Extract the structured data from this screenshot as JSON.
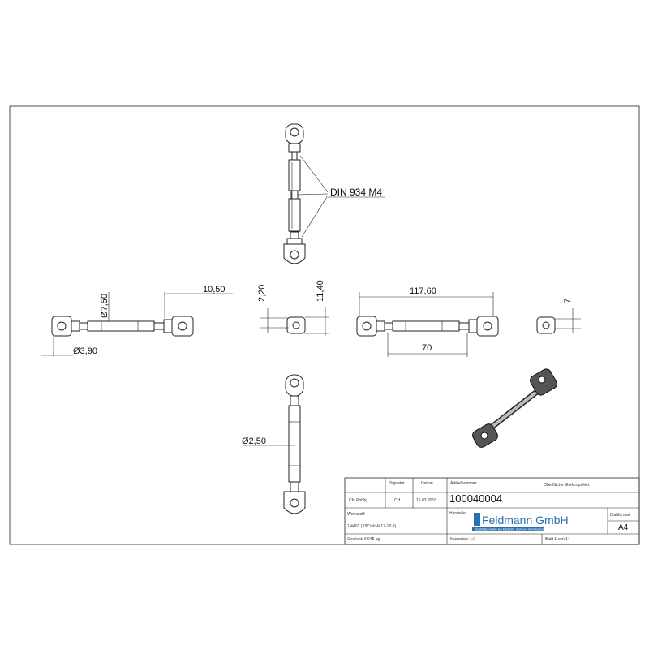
{
  "callout": {
    "text": "DIN 934 M4"
  },
  "dimensions": {
    "dia_7_50": "Ø7,50",
    "len_10_50": "10,50",
    "dia_3_90": "Ø3,90",
    "len_2_20": "2,20",
    "len_11_40": "11,40",
    "len_117_60": "117,60",
    "len_70": "70",
    "len_7": "7",
    "dia_2_50": "Ø2,50"
  },
  "title_block": {
    "signatur_label": "Signatur",
    "datum_label": "Datum",
    "artikelnummer_label": "Artikelnummer",
    "oberflaeche": "Oberfläche: Elektropoliert",
    "author": "Ch. Pohlig",
    "signatur": "CH",
    "datum": "16.03.2018",
    "artikelnummer": "100040004",
    "werkstoff_label": "Werkstoff:",
    "werkstoff": "1.4401 (X5CrNiMo17-12-2)",
    "hersteller_label": "Hersteller",
    "company": "Feldmann GmbH",
    "company_sub": "Qualitätsprodukte aus Edelstahl, Stahl und Schmiedeeisen",
    "blattformat_label": "Blattformat",
    "blattformat": "A4",
    "gewicht": "Gewicht: 0,045 kg",
    "massstab": "Massstab: 1:2",
    "blatt": "Blatt 1 von 14"
  }
}
